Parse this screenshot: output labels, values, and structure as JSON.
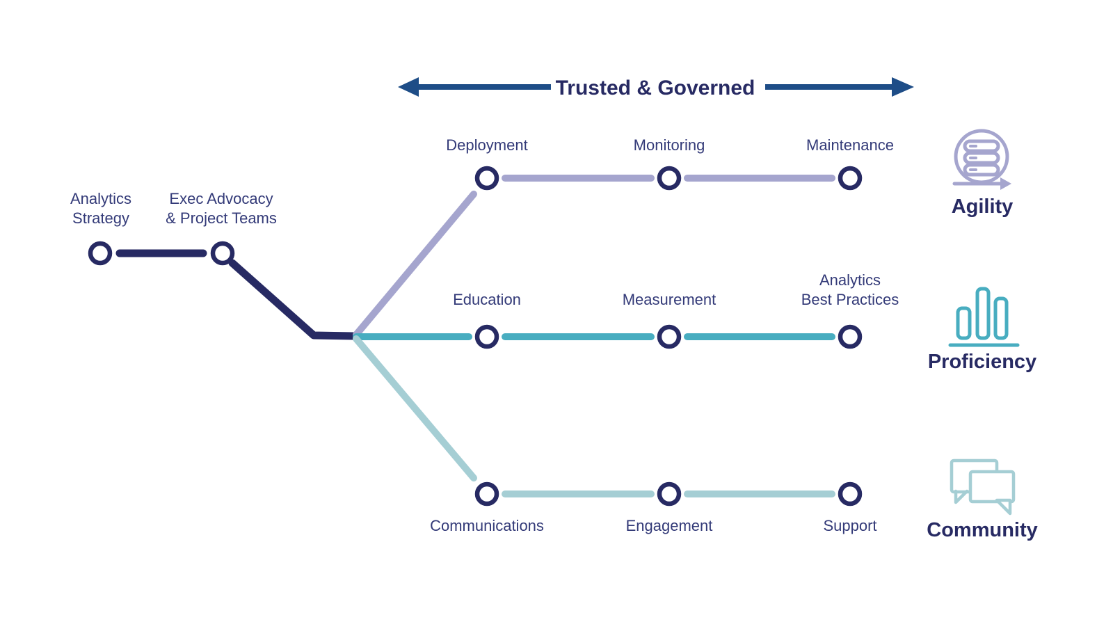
{
  "title": "Trusted & Governed",
  "colors": {
    "navy": "#272a63",
    "label_navy": "#333a78",
    "header_arrow_blue": "#1e4d87",
    "agility_line": "#a5a5ce",
    "proficiency_line": "#48adc0",
    "community_line": "#a5ced4",
    "background": "#ffffff"
  },
  "start_nodes": [
    {
      "label_lines": [
        "Analytics",
        "Strategy"
      ]
    },
    {
      "label_lines": [
        "Exec Advocacy",
        "& Project Teams"
      ]
    }
  ],
  "branches": [
    {
      "name": "Agility",
      "icon": "agile-loop-icon",
      "color": "#a5a5ce",
      "stations": [
        [
          "Deployment"
        ],
        [
          "Monitoring"
        ],
        [
          "Maintenance"
        ]
      ]
    },
    {
      "name": "Proficiency",
      "icon": "bar-chart-icon",
      "color": "#48adc0",
      "stations": [
        [
          "Education"
        ],
        [
          "Measurement"
        ],
        [
          "Analytics",
          "Best Practices"
        ]
      ]
    },
    {
      "name": "Community",
      "icon": "chat-bubbles-icon",
      "color": "#a5ced4",
      "stations": [
        [
          "Communications"
        ],
        [
          "Engagement"
        ],
        [
          "Support"
        ]
      ]
    }
  ]
}
